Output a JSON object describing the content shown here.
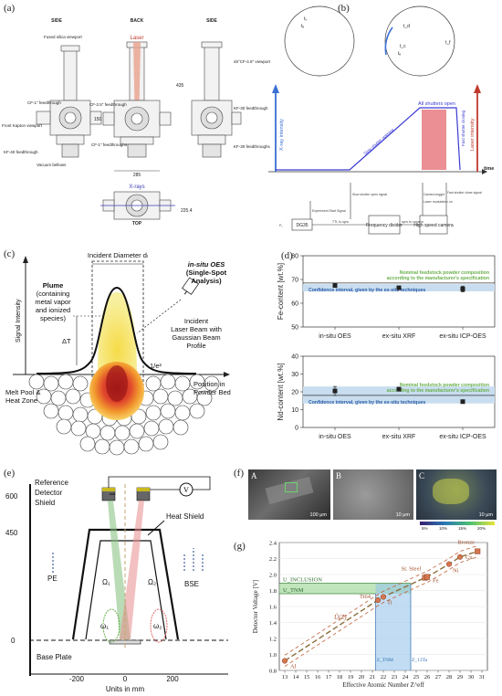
{
  "panels": {
    "a": {
      "letter": "(a)",
      "side_left": "SIDE",
      "back": "BACK",
      "side_right": "SIDE",
      "top": "TOP",
      "laser": "Laser",
      "xrays": "X-rays",
      "labels": [
        "Fused silica viewport",
        "CF-1\" feedthrough",
        "CF-2.5\" feedthrough",
        "Front Kapton viewport",
        "CF-1\" feedthroughs",
        "KF-40 feedthrough",
        "Vacuum bellows",
        "45°CF-4.5\" viewport",
        "KF-30 feedthrough",
        "KF-30 feedthroughs"
      ],
      "dims": [
        "435",
        "150",
        "285",
        "225.4"
      ]
    },
    "b": {
      "letter": "(b)",
      "xray_intensity": "X-ray intensity",
      "laser_intensity": "Laser intensity",
      "time": "time",
      "all_shutters_open": "All shutters open",
      "slow_shutter_opening": "Slow shutter opening",
      "fast_shutter_closing": "Fast shutter closing",
      "circle_labels": [
        "t₀",
        "tₑ",
        "t_d",
        "t_f",
        "t_c",
        "tₑ"
      ],
      "boxes": [
        "DG35",
        "Frequency divider",
        "High speed camera"
      ],
      "signals": [
        "Experiment Start Signal",
        "Slow shutter open signal",
        "Camera trigger",
        "Laser modulation on",
        "Fast shutter close signal",
        "P₀",
        "TTL to sync",
        "sync to camera"
      ]
    },
    "c": {
      "letter": "(c)",
      "incident_diameter": "Incident Diameter dₗ",
      "oes_1": "in-situ OES",
      "oes_2": "(Single-Spot",
      "oes_3": "Analysis)",
      "plume_1": "Plume",
      "plume_2": "(containing",
      "plume_3": "metal vapor",
      "plume_4": "and ionized",
      "plume_5": "species)",
      "signal_intensity": "Signal Intensity",
      "delta_t": "ΔT",
      "beam_1": "Incident",
      "beam_2": "Laser Beam with",
      "beam_3": "Gaussian Beam",
      "beam_4": "Profile",
      "e2": "1/e²",
      "melt_1": "Melt Pool &",
      "melt_2": "Heat Zone",
      "pos_1": "Position in",
      "pos_2": "Powder Bed"
    },
    "d": {
      "letter": "(d)",
      "nominal_1": "Nominal feedstock powder composition",
      "nominal_2": "according to the manufacturer's specification",
      "confidence": "Confidence interval, given by the ex-situ techniques"
    },
    "e": {
      "letter": "(e)",
      "reference": "Reference",
      "detector": "Detector",
      "shield": "Shield",
      "heat_shield": "Heat Shield",
      "pe": "PE",
      "bse": "BSE",
      "base_plate": "Base Plate",
      "v": "V",
      "omega_big_1": "Ω₁",
      "omega_big_2": "Ω₂",
      "omega_small_1": "ω₁",
      "omega_small_2": "ω₂",
      "x_label": "Units in mm",
      "y_ticks": [
        "600",
        "450",
        "0"
      ],
      "x_ticks": [
        "-200",
        "0",
        "200"
      ]
    },
    "f": {
      "letter": "(f)",
      "sub": [
        "A",
        "B",
        "C"
      ],
      "scale": [
        "100 μm",
        "10 μm",
        "10 μm"
      ],
      "colorbar": [
        "5%",
        "10%",
        "15%",
        "20%"
      ]
    },
    "g": {
      "letter": "(g)",
      "u_inclusion": "U_INCLUSION",
      "u_tnm": "U_TNM",
      "u_z": "Ũ(Z)",
      "z_tnm": "Z_TNM",
      "z_13ta": "Z_13Ta"
    }
  },
  "chart_data": [
    {
      "type": "scatter",
      "ylabel": "Fe-content [wt.%]",
      "categories": [
        "in-situ OES",
        "ex-situ XRF",
        "ex-situ ICP-OES"
      ],
      "values": [
        67.5,
        66.5,
        66.0
      ],
      "errors": [
        0.8,
        0.6,
        1.2
      ],
      "ylim": [
        50,
        80
      ],
      "yticks": [
        50,
        60,
        70,
        80
      ],
      "nominal": 68.5,
      "confidence_band": [
        65,
        68
      ],
      "colors": {
        "nominal": "#6ab04c",
        "band": "#c8ddef",
        "points": "#222222"
      }
    },
    {
      "type": "scatter",
      "ylabel": "Nd-content [wt.%]",
      "categories": [
        "in-situ OES",
        "ex-situ XRF",
        "ex-situ ICP-OES"
      ],
      "values": [
        20.5,
        21.5,
        14.5
      ],
      "errors": [
        2.5,
        0.8,
        0.8
      ],
      "ylim": [
        0,
        40
      ],
      "yticks": [
        0,
        10,
        20,
        30,
        40
      ],
      "nominal": 18.0,
      "confidence_band": [
        13.5,
        23.0
      ],
      "colors": {
        "nominal": "#6ab04c",
        "band": "#c8ddef",
        "points": "#222222"
      }
    },
    {
      "type": "line",
      "xlabel": "Effective Atomic Number Z^eff",
      "ylabel": "Detector Voltage [V]",
      "xlim": [
        12.5,
        31.5
      ],
      "ylim": [
        0.8,
        2.4
      ],
      "xticks": [
        13,
        14,
        15,
        16,
        17,
        18,
        19,
        20,
        21,
        22,
        23,
        24,
        25,
        26,
        27,
        28,
        29,
        30,
        31
      ],
      "yticks": [
        0.8,
        1.0,
        1.2,
        1.4,
        1.6,
        1.8,
        2.0,
        2.2,
        2.4
      ],
      "points": [
        {
          "label": "Al",
          "x": 13,
          "y": 0.92
        },
        {
          "label": "Ti64",
          "x": 21.5,
          "y": 1.68
        },
        {
          "label": "Ti",
          "x": 22,
          "y": 1.72
        },
        {
          "label": "St. Steel",
          "x": 25.8,
          "y": 1.96
        },
        {
          "label": "Fe",
          "x": 26,
          "y": 1.97
        },
        {
          "label": "Ni",
          "x": 28,
          "y": 2.13
        },
        {
          "label": "Cu",
          "x": 29,
          "y": 2.22
        },
        {
          "label": "Bronze",
          "x": 30.6,
          "y": 2.29
        }
      ],
      "u_inclusion": 1.89,
      "u_tnm": 1.76,
      "z_tnm": 21.3,
      "z_13ta": 24.5,
      "colors": {
        "curve": "#c0603a",
        "fit": "#8b6d3a",
        "green": "#8ecf86",
        "blue": "#8fc1ea"
      }
    }
  ]
}
